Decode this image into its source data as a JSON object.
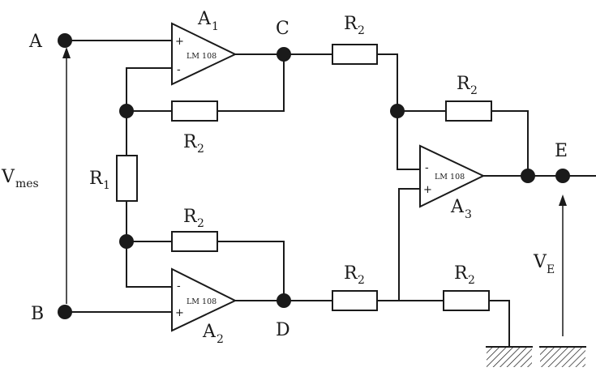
{
  "nodes": {
    "a": "A",
    "b": "B",
    "c": "C",
    "d": "D",
    "e": "E"
  },
  "voltages": {
    "vmes": {
      "main": "V",
      "sub": "mes"
    },
    "ve": {
      "main": "V",
      "sub": "E"
    }
  },
  "resistors": {
    "r1": {
      "main": "R",
      "sub": "1"
    },
    "r2": {
      "main": "R",
      "sub": "2"
    }
  },
  "amplifiers": {
    "a1": {
      "main": "A",
      "sub": "1",
      "chip": "LM 108",
      "top_sign": "+",
      "bottom_sign": "-"
    },
    "a2": {
      "main": "A",
      "sub": "2",
      "chip": "LM 108",
      "top_sign": "-",
      "bottom_sign": "+"
    },
    "a3": {
      "main": "A",
      "sub": "3",
      "chip": "LM 108",
      "top_sign": "-",
      "bottom_sign": "+"
    }
  }
}
